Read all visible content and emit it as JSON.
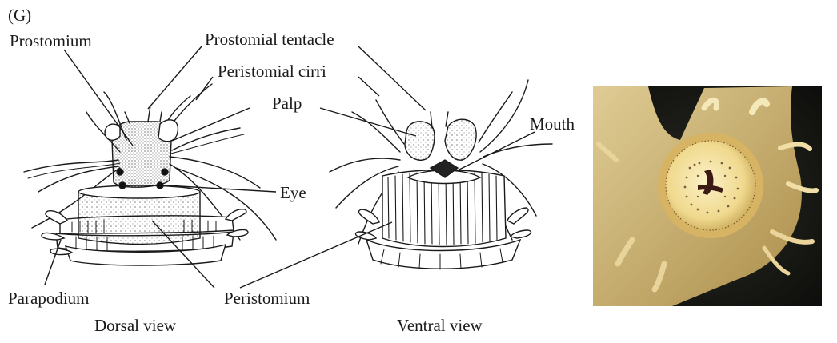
{
  "figure": {
    "panel_letter": "(G)",
    "labels": {
      "prostomium": "Prostomium",
      "prostomial_tentacle": "Prostomial tentacle",
      "peristomial_cirri": "Peristomial cirri",
      "palp": "Palp",
      "mouth": "Mouth",
      "eye": "Eye",
      "peristomium": "Peristomium",
      "parapodium": "Parapodium"
    },
    "captions": {
      "dorsal": "Dorsal view",
      "ventral": "Ventral view"
    }
  }
}
